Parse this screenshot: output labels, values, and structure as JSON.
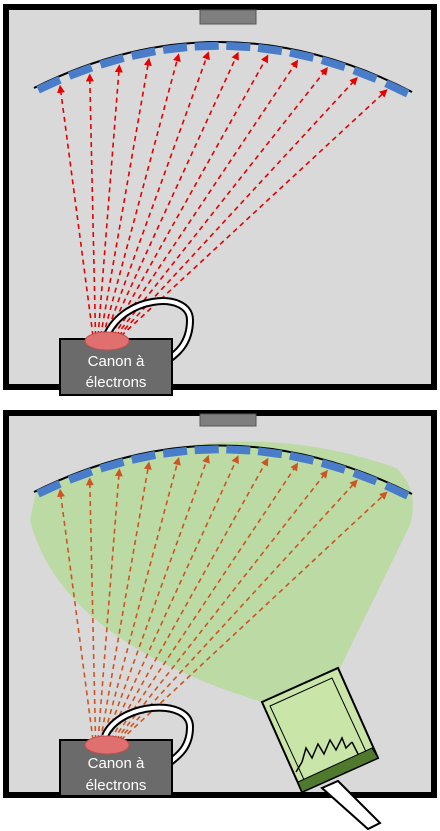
{
  "panels": [
    {
      "id": "top",
      "gun_label_line1": "Canon à",
      "gun_label_line2": "électrons",
      "has_green_beam": false,
      "has_detector": false,
      "ray_color": "#e60000"
    },
    {
      "id": "bottom",
      "gun_label_line1": "Canon à",
      "gun_label_line2": "électrons",
      "has_green_beam": true,
      "has_detector": true,
      "ray_color": "#cc5522"
    }
  ],
  "colors": {
    "chamber_bg": "#d9d9d9",
    "chamber_border": "#000000",
    "segment": "#4a7dc9",
    "gun_box": "#6b6b6b",
    "emitter": "#e07070",
    "green_beam": "#b5d99a",
    "detector_fill": "#c9e6a8",
    "detector_base": "#4f7a2e"
  }
}
